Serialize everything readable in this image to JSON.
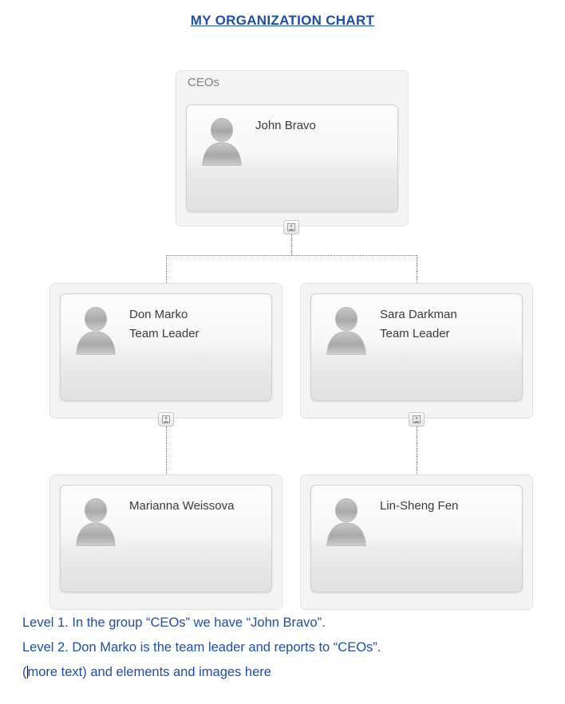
{
  "title": "MY ORGANIZATION CHART",
  "colors": {
    "accent": "#1f4e9c",
    "group_bg": "#f4f4f4",
    "card_border": "#cfcfcf",
    "connector": "#7a7a7a"
  },
  "groups": [
    {
      "id": "ceos",
      "label": "CEOs"
    },
    {
      "id": "left-team",
      "label": ""
    },
    {
      "id": "right-team",
      "label": ""
    },
    {
      "id": "left-sub",
      "label": ""
    },
    {
      "id": "right-sub",
      "label": ""
    }
  ],
  "nodes": [
    {
      "id": "john-bravo",
      "name": "John Bravo",
      "role": "",
      "icon": "person-avatar-icon"
    },
    {
      "id": "don-marko",
      "name": "Don Marko",
      "role": "Team Leader",
      "icon": "person-avatar-icon"
    },
    {
      "id": "sara-darkman",
      "name": "Sara Darkman",
      "role": "Team Leader",
      "icon": "person-avatar-icon"
    },
    {
      "id": "marianna-weissova",
      "name": "Marianna Weissova",
      "role": "",
      "icon": "person-avatar-icon"
    },
    {
      "id": "lin-sheng-fen",
      "name": "Lin-Sheng Fen",
      "role": "",
      "icon": "person-avatar-icon"
    }
  ],
  "handles": [
    {
      "id": "handle-ceos",
      "icon": "collapse-handle-icon"
    },
    {
      "id": "handle-don-marko",
      "icon": "collapse-handle-icon"
    },
    {
      "id": "handle-sara-darkman",
      "icon": "collapse-handle-icon"
    }
  ],
  "description": {
    "line1": "Level 1. In the group “CEOs” we have “John Bravo”.",
    "line2": "Level 2. Don Marko is the team leader and reports to “CEOs”.",
    "line3_before": "(",
    "line3_after": "more text) and elements and images here"
  }
}
